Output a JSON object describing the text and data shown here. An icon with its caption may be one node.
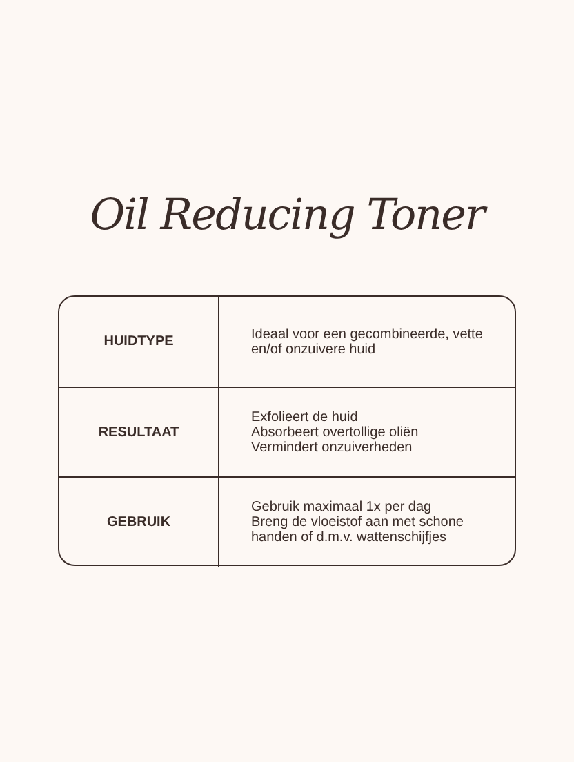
{
  "diagram": {
    "title": "Oil Reducing Toner",
    "labels": [
      "HUIDTYPE",
      "Ideaal voor een gecombineerde, vette en/of onzuivere huid",
      "RESULTAAT",
      "Exfolieert de huid",
      "Absorbeert overtollige oliën",
      "Vermindert onzuiverheden",
      "GEBRUIK",
      "Gebruik maximaal 1x per dag",
      "Breng de vloeistof aan met schone handen of d.m.v. wattenschijfjes"
    ]
  }
}
